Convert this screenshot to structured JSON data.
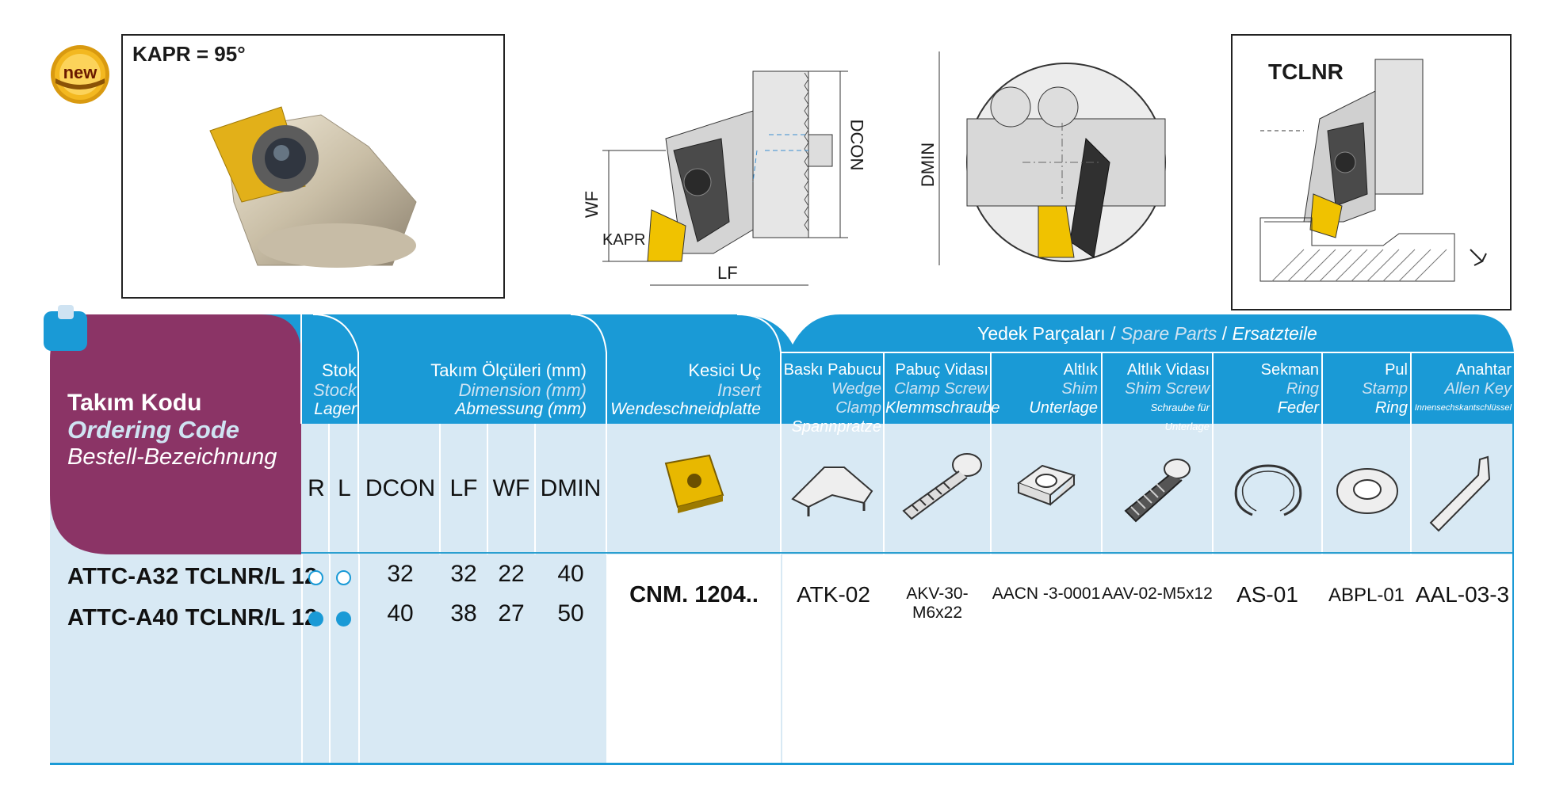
{
  "badge": {
    "label": "new"
  },
  "photo": {
    "angle_label": "KAPR = 95°"
  },
  "drawing": {
    "labels": {
      "wf": "WF",
      "kapr": "KAPR",
      "lf": "LF",
      "dcon": "DCON",
      "dmin": "DMIN"
    }
  },
  "tclnr_box": {
    "title": "TCLNR"
  },
  "table": {
    "ordering_code": {
      "tr": "Takım Kodu",
      "en": "Ordering Code",
      "de": "Bestell-Bezeichnung"
    },
    "stock": {
      "tr": "Stok",
      "en": "Stock",
      "de": "Lager",
      "col_r": "R",
      "col_l": "L"
    },
    "dimensions": {
      "tr": "Takım Ölçüleri (mm)",
      "en": "Dimension (mm)",
      "de": "Abmessung (mm)",
      "cols": [
        "DCON",
        "LF",
        "WF",
        "DMIN"
      ]
    },
    "insert": {
      "tr": "Kesici Uç",
      "en": "Insert",
      "de": "Wendeschneidplatte"
    },
    "spare_parts": {
      "tr": "Yedek Parçaları",
      "en": "Spare Parts",
      "de": "Ersatzteile",
      "sep": "/"
    },
    "parts": [
      {
        "tr": "Baskı Pabucu",
        "en": "Wedge Clamp",
        "de": "Spannpratze",
        "value": "ATK-02"
      },
      {
        "tr": "Pabuç Vidası",
        "en": "Clamp Screw",
        "de": "Klemmschraube",
        "value": "AKV-30-M6x22"
      },
      {
        "tr": "Altlık",
        "en": "Shim",
        "de": "Unterlage",
        "value": "AACN -3-0001"
      },
      {
        "tr": "Altlık Vidası",
        "en": "Shim Screw",
        "de": "Schraube für Unterlage",
        "value": "AAV-02-M5x12"
      },
      {
        "tr": "Sekman",
        "en": "Ring",
        "de": "Feder",
        "value": "AS-01"
      },
      {
        "tr": "Pul",
        "en": "Stamp",
        "de": "Ring",
        "value": "ABPL-01"
      },
      {
        "tr": "Anahtar",
        "en": "Allen Key",
        "de": "Innensechskantschlüssel",
        "value": "AAL-03-3"
      }
    ],
    "insert_value": "CNM. 1204..",
    "rows": [
      {
        "code": "ATTC-A32 TCLNR/L 12",
        "r": "open",
        "l": "open",
        "dcon": "32",
        "lf": "32",
        "wf": "22",
        "dmin": "40"
      },
      {
        "code": "ATTC-A40 TCLNR/L 12",
        "r": "full",
        "l": "full",
        "dcon": "40",
        "lf": "38",
        "wf": "27",
        "dmin": "50"
      }
    ]
  },
  "colors": {
    "header_blue": "#1a9ad6",
    "table_bg": "#d8e9f4",
    "code_purple": "#8b3466",
    "insert_yellow": "#e8b800"
  }
}
